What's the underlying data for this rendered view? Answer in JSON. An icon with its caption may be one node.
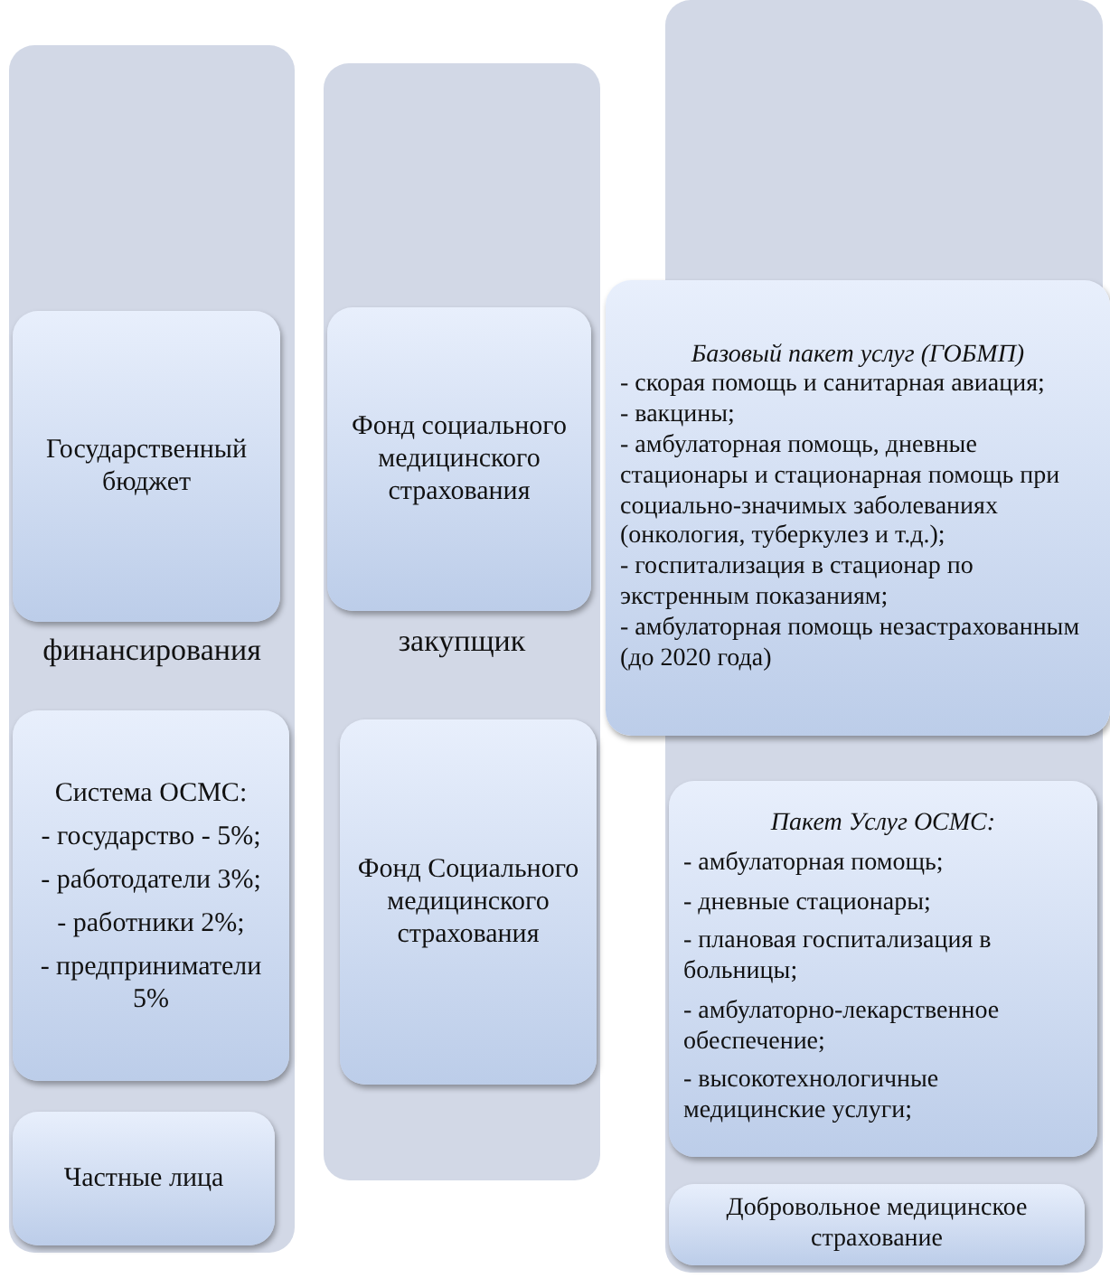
{
  "diagram": {
    "nodes": [
      {
        "text": [
          "финансирования"
        ]
      },
      {
        "text": [
          "Государственный бюджет"
        ],
        "in": 0
      },
      {
        "text": [
          "Система ОСМС:",
          "- государство - 5%;",
          "- работодатели 3%;",
          "- работники 2%;",
          "- предприниматели 5%"
        ],
        "in": 0
      },
      {
        "text": [
          "Частные лица"
        ],
        "in": 0
      },
      {
        "text": [
          "закупщик"
        ]
      },
      {
        "text": [
          "Фонд социального медицинского страхования"
        ],
        "in": 4
      },
      {
        "text": [
          "Фонд Социального медицинского страхования"
        ],
        "in": 4
      },
      {
        "text": [],
        "shape": "box"
      },
      {
        "text": [
          "Базовый пакет услуг (ГОБМП)",
          "- скорая помощь и санитарная авиация;",
          "- вакцины;",
          "- амбулаторная помощь, дневные стационары и стационарная помощь при социально-значимых заболеваниях (онкология, туберкулез и т.д.);",
          "- госпитализация в стационар по экстренным показаниям;",
          "- амбулаторная помощь незастрахованным (до 2020 года)"
        ]
      },
      {
        "in": 7,
        "text": [
          "Пакет Услуг ОСМС:",
          "- амбулаторная помощь;",
          "- дневные стационары;",
          "- плановая госпитализация в больницы;",
          "- амбулаторно-лекарственное обеспечение;",
          "- высокотехнологичные медицинские услуги;"
        ]
      },
      {
        "text": [
          "Добровольное медицинское страхование"
        ],
        "in": 7
      }
    ]
  }
}
